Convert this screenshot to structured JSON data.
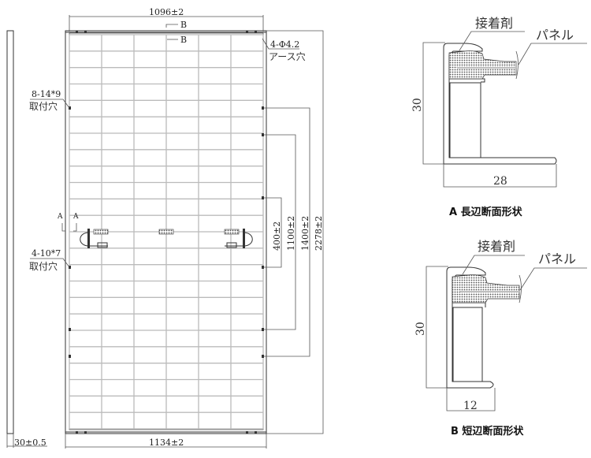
{
  "front_view": {
    "width_inner": "1096±2",
    "width_outer": "1134±2",
    "thickness": "30±0.5",
    "section_b_mark": "B",
    "section_a_mark": "A",
    "ground_hole": {
      "spec": "4-Φ4.2",
      "name": "アース穴"
    },
    "mount_hole_top": {
      "spec": "8-14*9",
      "name": "取付穴"
    },
    "mount_hole_mid": {
      "spec": "4-10*7",
      "name": "取付穴"
    },
    "dimensions_vertical": [
      "400±2",
      "1100±2",
      "1400±2",
      "2278±2"
    ]
  },
  "section_a": {
    "adhesive_label": "接着剤",
    "panel_label": "パネル",
    "height": "30",
    "width": "28",
    "title": "A 長辺断面形状"
  },
  "section_b": {
    "adhesive_label": "接着剤",
    "panel_label": "パネル",
    "height": "30",
    "width": "12",
    "title": "B 短辺断面形状"
  }
}
